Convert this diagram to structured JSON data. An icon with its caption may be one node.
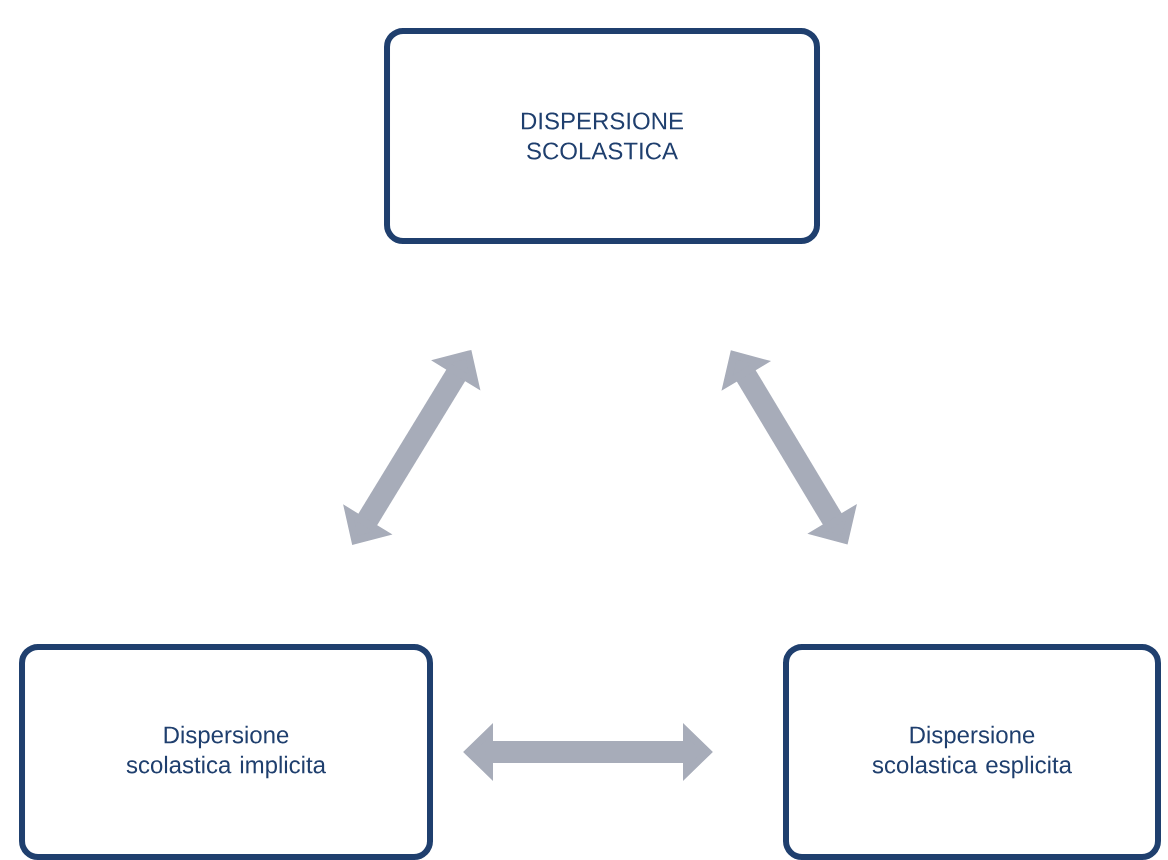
{
  "diagram": {
    "nodes": [
      {
        "text": [
          "DISPERSIONE SCOLASTICA"
        ]
      },
      {
        "text": [
          "Dispersione scolastica implicita"
        ]
      },
      {
        "text": [
          "Dispersione scolastica esplicita"
        ]
      }
    ],
    "edges": [
      {
        "from": 0,
        "to": 1,
        "arrow": "both"
      },
      {
        "from": 0,
        "to": 2,
        "arrow": "both"
      },
      {
        "from": 1,
        "to": 2,
        "arrow": "both"
      }
    ]
  }
}
